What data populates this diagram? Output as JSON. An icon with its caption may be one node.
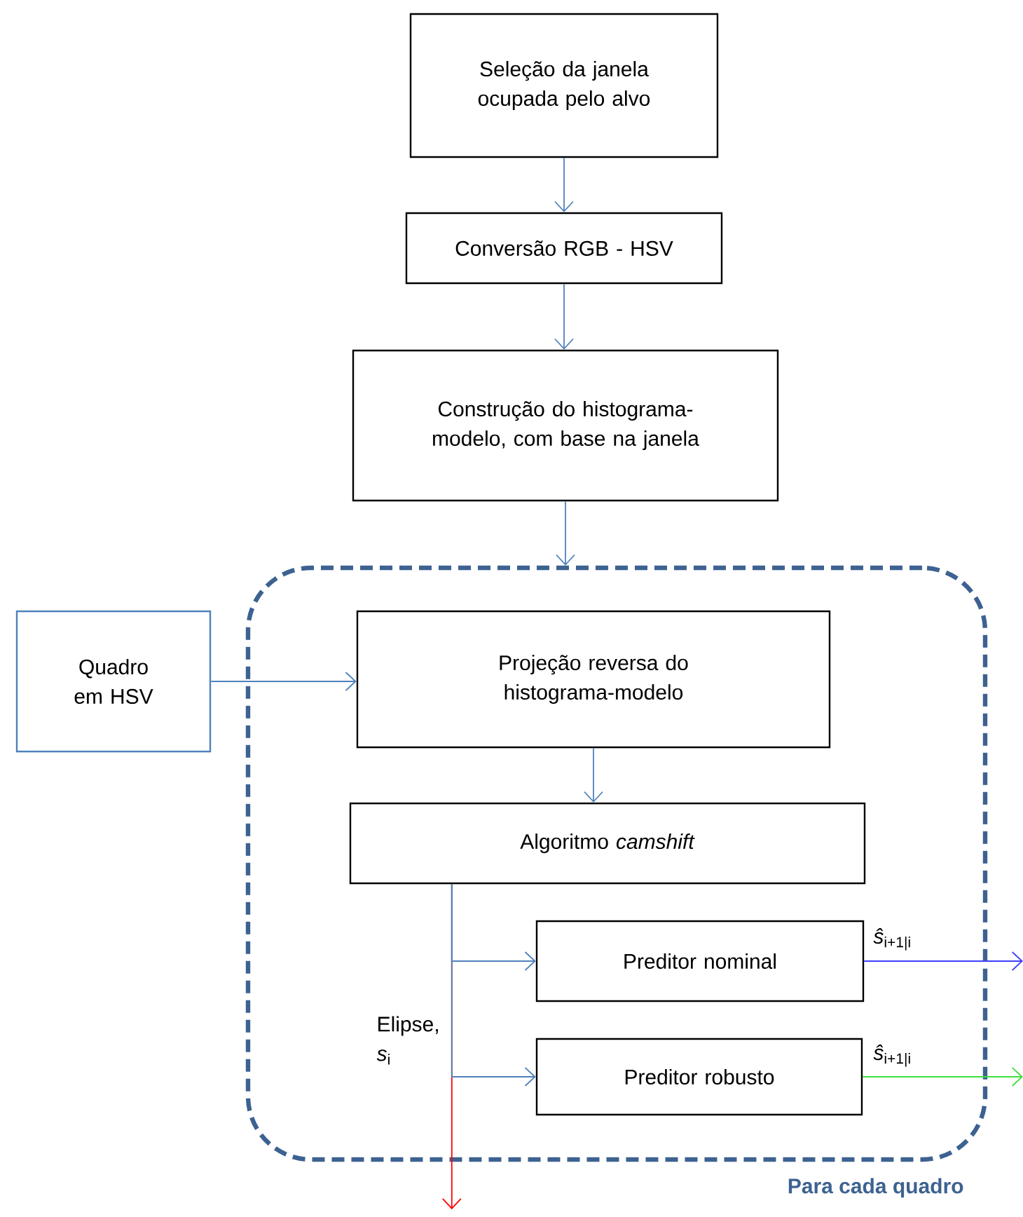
{
  "diagram": {
    "nodes": [
      {
        "text": [
          "Seleção da janela ocupada pelo alvo"
        ]
      },
      {
        "text": [
          "Conversão RGB - HSV"
        ]
      },
      {
        "text": [
          "Construção do histograma-modelo, com base na janela"
        ]
      },
      {
        "text": [
          "Para cada quadro"
        ]
      },
      {
        "text": [
          "Quadro em HSV"
        ]
      },
      {
        "text": [
          "Projeção reversa do histograma-modelo"
        ],
        "in": 3
      },
      {
        "text": [
          "Algoritmo *camshift*"
        ],
        "in": 3
      },
      {
        "text": [
          "Preditor nominal"
        ],
        "in": 3
      },
      {
        "text": [
          "Preditor robusto"
        ],
        "in": 3
      }
    ],
    "edges": [
      {
        "from": 0,
        "to": 1,
        "arrow": "to"
      },
      {
        "from": 1,
        "to": 2,
        "arrow": "to"
      },
      {
        "from": 2,
        "to": 3,
        "arrow": "to"
      },
      {
        "from": 4,
        "to": 5,
        "arrow": "to"
      },
      {
        "from": 5,
        "to": 6,
        "arrow": "to"
      },
      {
        "from": 6,
        "to": 7,
        "arrow": "to"
      },
      {
        "from": 6,
        "to": 8,
        "arrow": "to",
        "label": "Elipse, *s*$_{i}$"
      },
      {
        "from": 7,
        "to": null,
        "arrow": "to",
        "label": "*ŝ*$_{i+1|i}$",
        "color": "#3f3fff"
      },
      {
        "from": 8,
        "to": null,
        "arrow": "to",
        "label": "*ŝ*$_{i+1|i}$",
        "color": "#3fdf3f"
      },
      {
        "from": 6,
        "to": null,
        "arrow": "to",
        "color": "#ff0000"
      }
    ]
  }
}
